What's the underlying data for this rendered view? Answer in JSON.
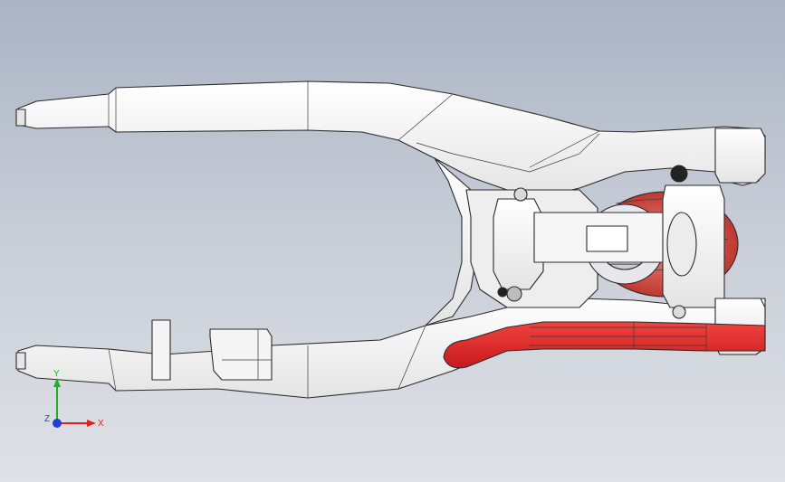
{
  "viewport": {
    "background_top": "#aab4c4",
    "background_bottom": "#dfe1e6",
    "model": {
      "name": "swingarm-assembly",
      "body_color": "#f2f2f2",
      "highlight_color": "#e8262b",
      "spring_color": "#d9473f"
    },
    "triad": {
      "x_label": "X",
      "y_label": "Y",
      "z_label": "Z",
      "x_color": "#e02020",
      "y_color": "#20b020",
      "z_color": "#2040d0"
    }
  }
}
